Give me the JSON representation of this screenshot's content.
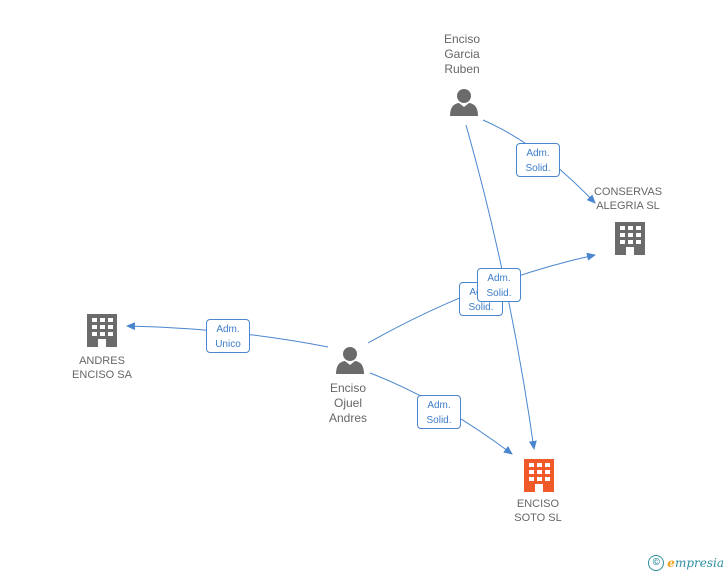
{
  "nodes": {
    "enciso_garcia": {
      "label": "Enciso\nGarcia\nRuben",
      "type": "person"
    },
    "conservas": {
      "label": "CONSERVAS\nALEGRIA  SL",
      "type": "company"
    },
    "andres_enciso": {
      "label": "ANDRES\nENCISO SA",
      "type": "company"
    },
    "enciso_ojuel": {
      "label": "Enciso\nOjuel\nAndres",
      "type": "person"
    },
    "enciso_soto": {
      "label": "ENCISO\nSOTO SL",
      "type": "company",
      "highlight": true
    }
  },
  "edges": {
    "garcia_conservas": "Adm.\nSolid.",
    "ojuel_conservas_a": "Adm.\nSolid.",
    "garcia_soto": "Adm.\nSolid.",
    "ojuel_andres": "Adm.\nUnico",
    "ojuel_soto": "Adm.\nSolid."
  },
  "colors": {
    "edge": "#4a86cf",
    "person_icon": "#6b6b6b",
    "company_icon": "#6b6b6b",
    "highlight_icon": "#f05a28"
  },
  "footer": {
    "copyright_symbol": "©",
    "brand_first": "e",
    "brand_rest": "mpresia"
  }
}
